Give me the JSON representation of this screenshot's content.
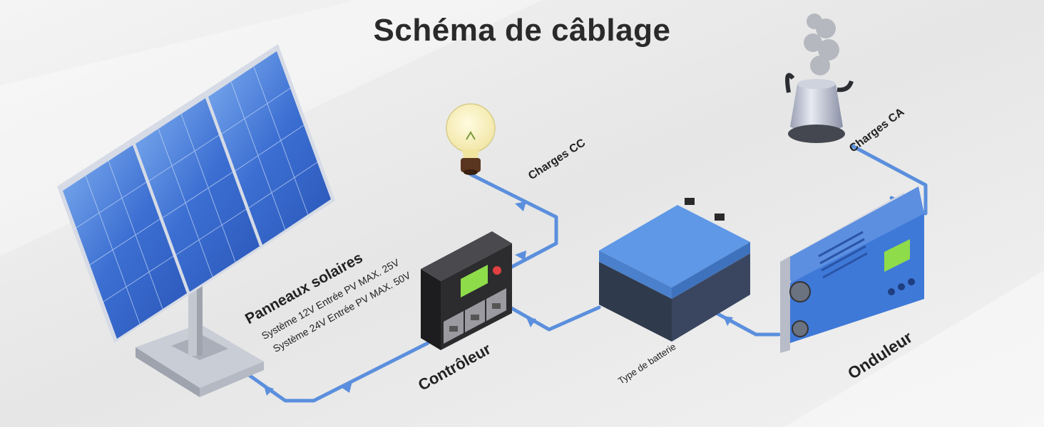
{
  "title": "Schéma de câblage",
  "labels": {
    "solar_panels": "Panneaux solaires",
    "solar_spec_12v": "Système 12V Entrée PV MAX. 25V",
    "solar_spec_24v": "Système 24V Entrée PV MAX. 50V",
    "controller": "Contrôleur",
    "battery": "Type de batterie",
    "inverter": "Onduleur",
    "dc_loads": "Charges CC",
    "ac_loads": "Charges CA"
  },
  "colors": {
    "wire": "#5b8fdd",
    "panel_blue": "#3a6fd0",
    "battery_top": "#5e98e6",
    "battery_body": "#2f3a4c",
    "inverter_blue": "#3f79d8",
    "controller_dark": "#2c2c2e",
    "screen_green": "#8fdc4a"
  }
}
